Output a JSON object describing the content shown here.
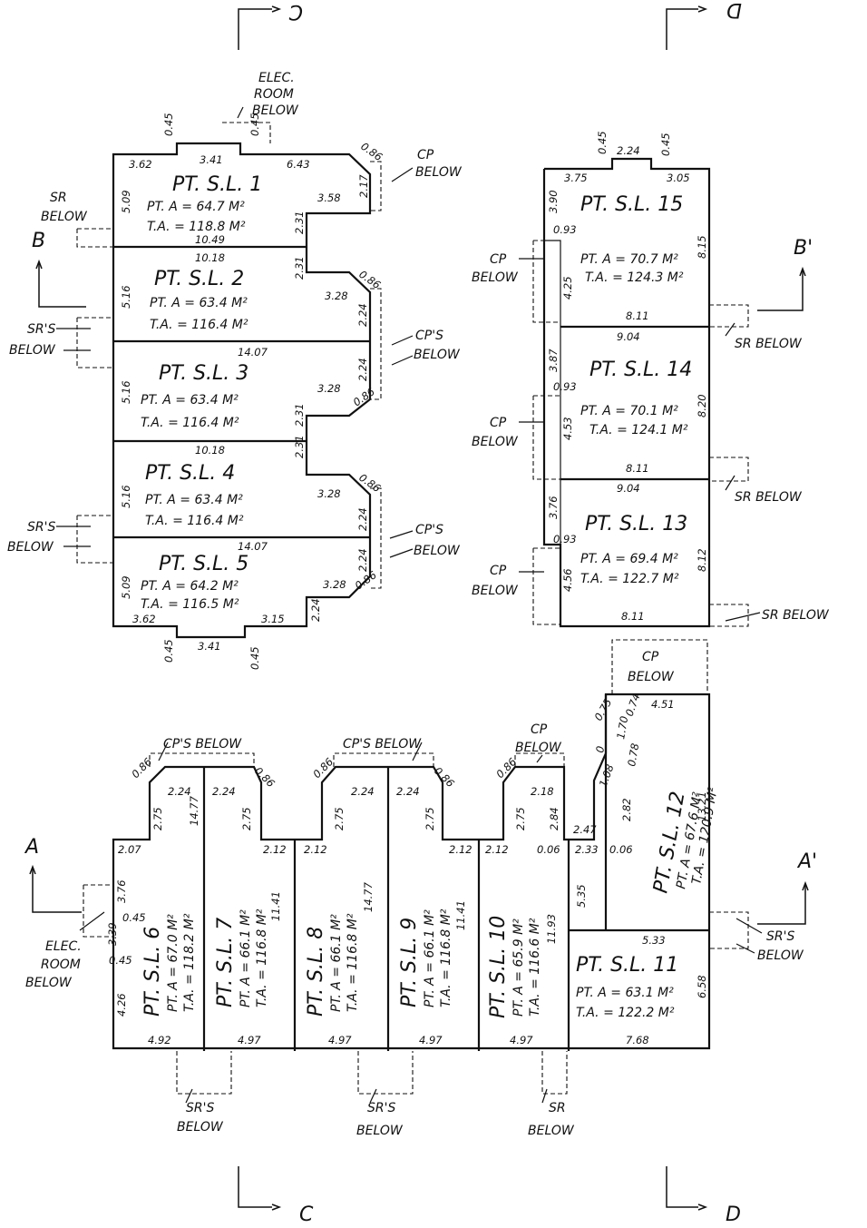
{
  "colors": {
    "ink": "#111111",
    "paper": "#ffffff"
  },
  "section_marks": {
    "c": "C",
    "d": "D",
    "a": "A",
    "a_prime": "A'",
    "b": "B",
    "b_prime": "B'"
  },
  "notes": {
    "elec_room_below": [
      "ELEC.",
      "ROOM",
      "BELOW"
    ],
    "cp_below": [
      "CP",
      "BELOW"
    ],
    "cps_below": [
      "CP'S",
      "BELOW"
    ],
    "cps_below_one": "CP'S BELOW",
    "sr_below": [
      "SR",
      "BELOW"
    ],
    "sr_below_one": "SR BELOW",
    "srs_below": [
      "SR'S",
      "BELOW"
    ]
  },
  "lots": [
    {
      "id": "1",
      "name": "PT. S.L. 1",
      "pta": "PT. A = 64.7 M²",
      "ta": "T.A. = 118.8 M²"
    },
    {
      "id": "2",
      "name": "PT. S.L. 2",
      "pta": "PT. A = 63.4 M²",
      "ta": "T.A. = 116.4 M²"
    },
    {
      "id": "3",
      "name": "PT. S.L. 3",
      "pta": "PT. A = 63.4 M²",
      "ta": "T.A. = 116.4 M²"
    },
    {
      "id": "4",
      "name": "PT. S.L. 4",
      "pta": "PT. A = 63.4 M²",
      "ta": "T.A. = 116.4 M²"
    },
    {
      "id": "5",
      "name": "PT. S.L. 5",
      "pta": "PT. A = 64.2 M²",
      "ta": "T.A. = 116.5 M²"
    },
    {
      "id": "6",
      "name": "PT. S.L. 6",
      "pta": "PT. A = 67.0 M²",
      "ta": "T.A. = 118.2 M²"
    },
    {
      "id": "7",
      "name": "PT. S.L. 7",
      "pta": "PT. A = 66.1 M²",
      "ta": "T.A. = 116.8 M²"
    },
    {
      "id": "8",
      "name": "PT. S.L. 8",
      "pta": "PT. A = 66.1 M²",
      "ta": "T.A. = 116.8 M²"
    },
    {
      "id": "9",
      "name": "PT. S.L. 9",
      "pta": "PT. A = 66.1 M²",
      "ta": "T.A. = 116.8 M²"
    },
    {
      "id": "10",
      "name": "PT. S.L. 10",
      "pta": "PT. A = 65.9 M²",
      "ta": "T.A. = 116.6 M²"
    },
    {
      "id": "11",
      "name": "PT. S.L. 11",
      "pta": "PT. A = 63.1 M²",
      "ta": "T.A. = 122.2 M²"
    },
    {
      "id": "12",
      "name": "PT. S.L. 12",
      "pta": "PT. A = 67.6 M²",
      "ta": "T.A. = 120.9 M²"
    },
    {
      "id": "13",
      "name": "PT. S.L. 13",
      "pta": "PT. A = 69.4 M²",
      "ta": "T.A. = 122.7 M²"
    },
    {
      "id": "14",
      "name": "PT. S.L. 14",
      "pta": "PT. A = 70.1 M²",
      "ta": "T.A. = 124.1 M²"
    },
    {
      "id": "15",
      "name": "PT. S.L. 15",
      "pta": "PT. A = 70.7 M²",
      "ta": "T.A. = 124.3 M²"
    }
  ],
  "dims": {
    "d045": "0.45",
    "d341": "3.41",
    "d362": "3.62",
    "d643": "6.43",
    "d086": "0.86",
    "d217": "2.17",
    "d358": "3.58",
    "d509": "5.09",
    "d231": "2.31",
    "d1049": "10.49",
    "d1018": "10.18",
    "d516": "5.16",
    "d328": "3.28",
    "d224": "2.24",
    "d1407": "14.07",
    "d315": "3.15",
    "d224b": "2.24",
    "d375": "3.75",
    "d305": "3.05",
    "d390": "3.90",
    "d093": "0.93",
    "d425": "4.25",
    "d815": "8.15",
    "d811": "8.11",
    "d904": "9.04",
    "d387": "3.87",
    "d453": "4.53",
    "d820": "8.20",
    "d376": "3.76",
    "d456": "4.56",
    "d812": "8.12",
    "d075": "0.75",
    "d074": "0.74",
    "d451": "4.51",
    "d170": "1.70",
    "d0": "0",
    "d078": "0.78",
    "d108": "1.08",
    "d282": "2.82",
    "d1321": "13.21",
    "d006": "0.06",
    "d535": "5.35",
    "d533": "5.33",
    "d658": "6.58",
    "d768": "7.68",
    "d207": "2.07",
    "d376b": "3.76",
    "d339": "3.39",
    "d426": "4.26",
    "d492": "4.92",
    "d497": "4.97",
    "d275": "2.75",
    "d212": "2.12",
    "d218": "2.18",
    "d284": "2.84",
    "d247": "2.47",
    "d233": "2.33",
    "d1477": "14.77",
    "d1141": "11.41",
    "d1193": "11.93"
  }
}
